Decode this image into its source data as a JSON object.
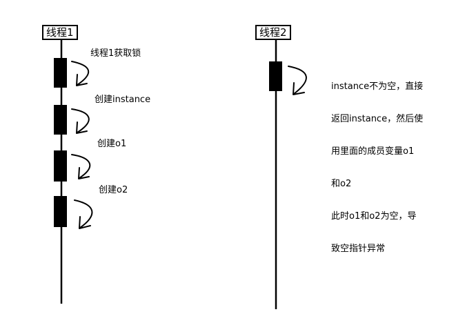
{
  "thread1": {
    "title": "线程1",
    "steps": [
      {
        "label": "线程1获取锁"
      },
      {
        "label": "创建instance"
      },
      {
        "label": "创建o1"
      },
      {
        "label": "创建o2"
      }
    ]
  },
  "thread2": {
    "title": "线程2",
    "lines": [
      "instance不为空，直接",
      "返回instance，然后使",
      "用里面的成员变量o1",
      "和o2",
      "此时o1和o2为空，导",
      "致空指针异常"
    ]
  },
  "colors": {
    "line": "#000000",
    "background": "#ffffff"
  }
}
